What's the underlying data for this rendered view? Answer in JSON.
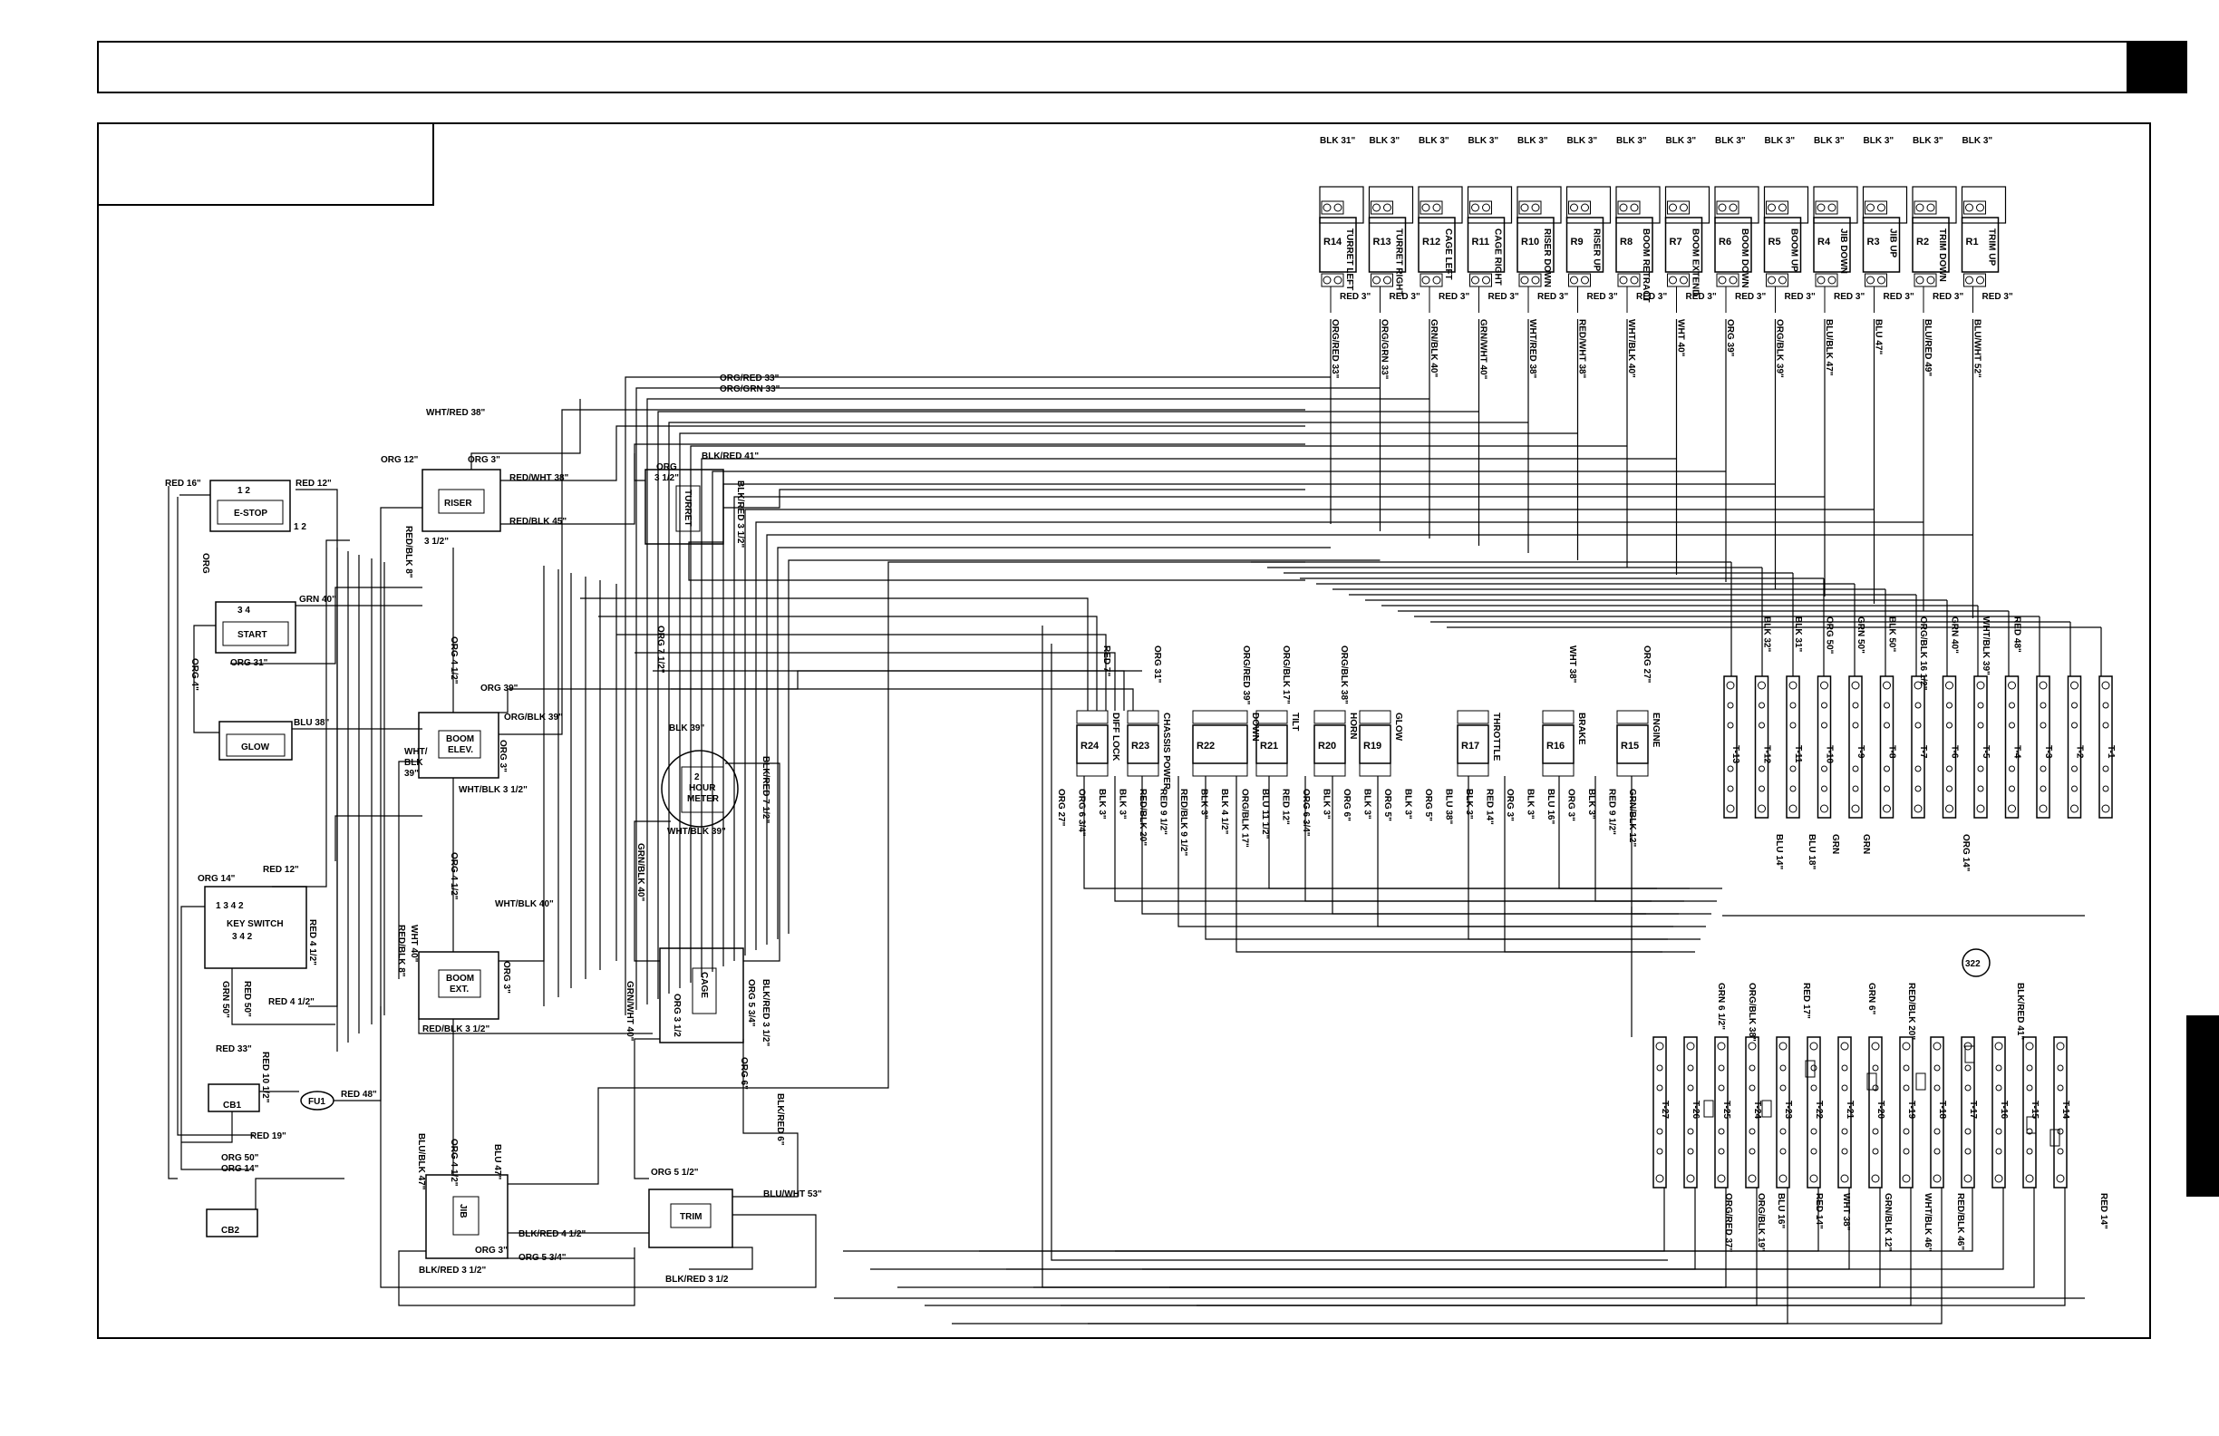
{
  "header": {
    "title": "",
    "tab_marker": ""
  },
  "legend_box": {
    "text": ""
  },
  "relays_top": [
    {
      "id": "R14",
      "func": "TURRET LEFT",
      "supply": "BLK 31\"",
      "feed": "ORG/RED 33\""
    },
    {
      "id": "R13",
      "func": "TURRET RIGHT",
      "supply": "BLK 3\"",
      "feed": "ORG/GRN 33\""
    },
    {
      "id": "R12",
      "func": "CAGE LEFT",
      "supply": "BLK 3\"",
      "feed": "GRN/BLK 40\""
    },
    {
      "id": "R11",
      "func": "CAGE RIGHT",
      "supply": "BLK 3\"",
      "feed": "GRN/WHT 40\""
    },
    {
      "id": "R10",
      "func": "RISER DOWN",
      "supply": "BLK 3\"",
      "feed": "WHT/RED 38\""
    },
    {
      "id": "R9",
      "func": "RISER UP",
      "supply": "BLK 3\"",
      "feed": "RED/WHT 38\""
    },
    {
      "id": "R8",
      "func": "BOOM RETRACT",
      "supply": "BLK 3\"",
      "feed": "WHT/BLK 40\""
    },
    {
      "id": "R7",
      "func": "BOOM EXTEND",
      "supply": "BLK 3\"",
      "feed": "WHT 40\""
    },
    {
      "id": "R6",
      "func": "BOOM DOWN",
      "supply": "BLK 3\"",
      "feed": "ORG 39\""
    },
    {
      "id": "R5",
      "func": "BOOM UP",
      "supply": "BLK 3\"",
      "feed": "ORG/BLK 39\""
    },
    {
      "id": "R4",
      "func": "JIB DOWN",
      "supply": "BLK 3\"",
      "feed": "BLU/BLK 47\""
    },
    {
      "id": "R3",
      "func": "JIB UP",
      "supply": "BLK 3\"",
      "feed": "BLU 47\""
    },
    {
      "id": "R2",
      "func": "TRIM DOWN",
      "supply": "BLK 3\"",
      "feed": "BLU/RED 49\""
    },
    {
      "id": "R1",
      "func": "TRIM UP",
      "supply": "BLK 3\"",
      "feed": "BLU/WHT 52\""
    }
  ],
  "relay_common": "RED 3\"",
  "relays_mid": [
    {
      "id": "R24",
      "func": "DIFF LOCK",
      "top": "RED 7\""
    },
    {
      "id": "R23",
      "func": "CHASSIS POWER",
      "top": "ORG 31\""
    },
    {
      "id": "R22",
      "func": "DOWN",
      "top": "ORG/RED 39\""
    },
    {
      "id": "R21",
      "func": "TILT",
      "top": "ORG/BLK 17\""
    },
    {
      "id": "R20",
      "func": "HORN",
      "top": "ORG/BLK 38\""
    },
    {
      "id": "R19",
      "func": "GLOW",
      "top": ""
    },
    {
      "id": "R17",
      "func": "THROTTLE",
      "top": ""
    },
    {
      "id": "R16",
      "func": "BRAKE",
      "top": "WHT 38\""
    },
    {
      "id": "R15",
      "func": "ENGINE",
      "top": "ORG 27\""
    }
  ],
  "mid_bottom_labels": [
    "ORG 27\"",
    "ORG 6 3/4\"",
    "BLK 3\"",
    "BLK 3\"",
    "RED/BLK 20\"",
    "RED 9 1/2\"",
    "RED/BLK 9 1/2\"",
    "BLK 3\"",
    "BLK 4 1/2\"",
    "ORG/BLK 17\"",
    "BLU 11 1/2\"",
    "RED 12\"",
    "ORG 6 3/4\"",
    "BLK 3\"",
    "ORG 6\"",
    "BLK 3\"",
    "ORG 5\"",
    "BLK 3\"",
    "ORG 5\"",
    "BLU 38\"",
    "BLK 3\"",
    "RED 14\"",
    "ORG 3\"",
    "BLK 3\"",
    "BLU 16\"",
    "ORG 3\"",
    "BLK 3\"",
    "RED 9 1/2\"",
    "GRN/BLK 12\""
  ],
  "terminal_top": [
    {
      "id": "T-13",
      "wire": ""
    },
    {
      "id": "T-12",
      "wire": "BLK 32\""
    },
    {
      "id": "T-11",
      "wire": "BLK 31\""
    },
    {
      "id": "T-10",
      "wire": "ORG 50\""
    },
    {
      "id": "T-9",
      "wire": "GRN 50\""
    },
    {
      "id": "T-8",
      "wire": "BLK 50\""
    },
    {
      "id": "T-7",
      "wire": "ORG/BLK 16 1/2\""
    },
    {
      "id": "T-6",
      "wire": "GRN 40\""
    },
    {
      "id": "T-5",
      "wire": "WHT/BLK 39\""
    },
    {
      "id": "T-4",
      "wire": "RED 48\""
    },
    {
      "id": "T-3",
      "wire": ""
    },
    {
      "id": "T-2",
      "wire": ""
    },
    {
      "id": "T-1",
      "wire": ""
    }
  ],
  "terminal_top_bottom_labels": [
    "BLU 14\"",
    "BLU 18\"",
    "GRN",
    "GRN",
    "ORG 14\""
  ],
  "terminal_bottom": [
    {
      "id": "T-27"
    },
    {
      "id": "T-26"
    },
    {
      "id": "T-25"
    },
    {
      "id": "T-24"
    },
    {
      "id": "T-23"
    },
    {
      "id": "T-22"
    },
    {
      "id": "T-21"
    },
    {
      "id": "T-20"
    },
    {
      "id": "T-19"
    },
    {
      "id": "T-18"
    },
    {
      "id": "T-17"
    },
    {
      "id": "T-16"
    },
    {
      "id": "T-15"
    },
    {
      "id": "T-14"
    }
  ],
  "terminal_bottom_top_labels": [
    "GRN 6 1/2\"",
    "ORG/BLK 38\"",
    "RED 17\"",
    "GRN 6\"",
    "RED/BLK 20\"",
    "BLK/RED 41\""
  ],
  "terminal_bottom_bottom_labels": [
    "ORG/RED 37\"",
    "ORG/BLK 19\"",
    "BLU 16\"",
    "RED 14\"",
    "WHT 38\"",
    "GRN/BLK 12\"",
    "WHT/BLK 46\"",
    "RED/BLK 46\"",
    "RED 14\""
  ],
  "callout": "322",
  "switches": {
    "estop": {
      "label": "E-STOP",
      "pins_top": "1    2",
      "side": "1  2",
      "in": "RED 16\"",
      "out": "RED 12\""
    },
    "start": {
      "label": "START",
      "pins": "3    4",
      "out": "GRN 40\"",
      "bottom": "ORG 31\"",
      "left": "ORG"
    },
    "glow": {
      "label": "GLOW",
      "out": "BLU 38\"",
      "left": "ORG 4\""
    },
    "key": {
      "label": "KEY SWITCH",
      "row1": "1   3   4   2",
      "row2": "3   4   2",
      "top_l": "ORG 14\"",
      "top_r": "RED 12\"",
      "side": "RED 4 1/2\"",
      "b1": "GRN 50\"",
      "b2": "RED 50\"",
      "b3": "RED 4 1/2\""
    },
    "cb1": {
      "label": "CB1",
      "in": "RED 33\"",
      "out": "RED 10 1/2\""
    },
    "fu1": {
      "label": "FU1",
      "out": "RED 48\"",
      "in": "RED 19\""
    },
    "cb2": {
      "label": "CB2",
      "top1": "ORG 50\"",
      "top2": "ORG 14\""
    }
  },
  "valves": {
    "riser": {
      "label": "RISER",
      "top_l": "ORG 12\"",
      "top_r": "ORG 3\"",
      "above": "WHT/RED 38\"",
      "r1": "RED/WHT 38\"",
      "r2": "RED/BLK 45\"",
      "bl": "3 1/2\"",
      "left_v": "RED/BLK 8\""
    },
    "turret": {
      "label": "TURRET",
      "top_l": "ORG",
      "top_l2": "3 1/2\"",
      "top_r": "BLK/RED 41\"",
      "right_v": "BLK/RED 3 1/2\""
    },
    "boom_elev": {
      "label": "BOOM\nELEV.",
      "top": "ORG 39\"",
      "tr": "ORG/BLK 39\"",
      "left": "WHT/\nBLK\n39\"",
      "r": "ORG 3\"",
      "bottom": "WHT/BLK 3 1/2\"",
      "vert": "ORG 4 1/2\""
    },
    "hour_meter": {
      "label": "2\nHOUR\nMETER",
      "top": "BLK 39\"",
      "bottom": "WHT/BLK 39\"",
      "right_v": "BLK/RED 7 1/2\"",
      "left_v": "ORG 7 1/2\""
    },
    "boom_ext": {
      "label": "BOOM\nEXT.",
      "top": "WHT/BLK 40\"",
      "l1": "WHT 40\"",
      "l2": "RED/BLK 8\"",
      "r": "ORG 3\"",
      "bottom": "RED/BLK 3 1/2\"",
      "vert": "ORG 4 1/2\""
    },
    "cage": {
      "label": "CAGE",
      "l1": "GRN/WHT 40\"",
      "l2": "ORG 3 1/2",
      "r1": "BLK/RED 3 1/2\"",
      "r2": "ORG 5 3/4\"",
      "top_v": "GRN/BLK 40\"",
      "bot_v": "ORG 6\"",
      "bot_v2": "BLK/RED 6\""
    },
    "jib": {
      "label": "JIB",
      "l1": "BLU/BLK 47\"",
      "l2": "ORG 4 1/2\"",
      "r1": "BLU 47\"",
      "r2": "ORG 3\"",
      "b1": "BLK/RED 4 1/2\"",
      "b2": "ORG 5 3/4\"",
      "bottom": "BLK/RED 3 1/2\""
    },
    "trim": {
      "label": "TRIM",
      "top": "ORG 5 1/2\"",
      "r": "BLU/WHT 53\"",
      "bottom": "BLK/RED 3 1/2"
    }
  },
  "misc_wires": {
    "org_red_33": "ORG/RED 33\"",
    "org_grn_33": "ORG/GRN 33\""
  }
}
